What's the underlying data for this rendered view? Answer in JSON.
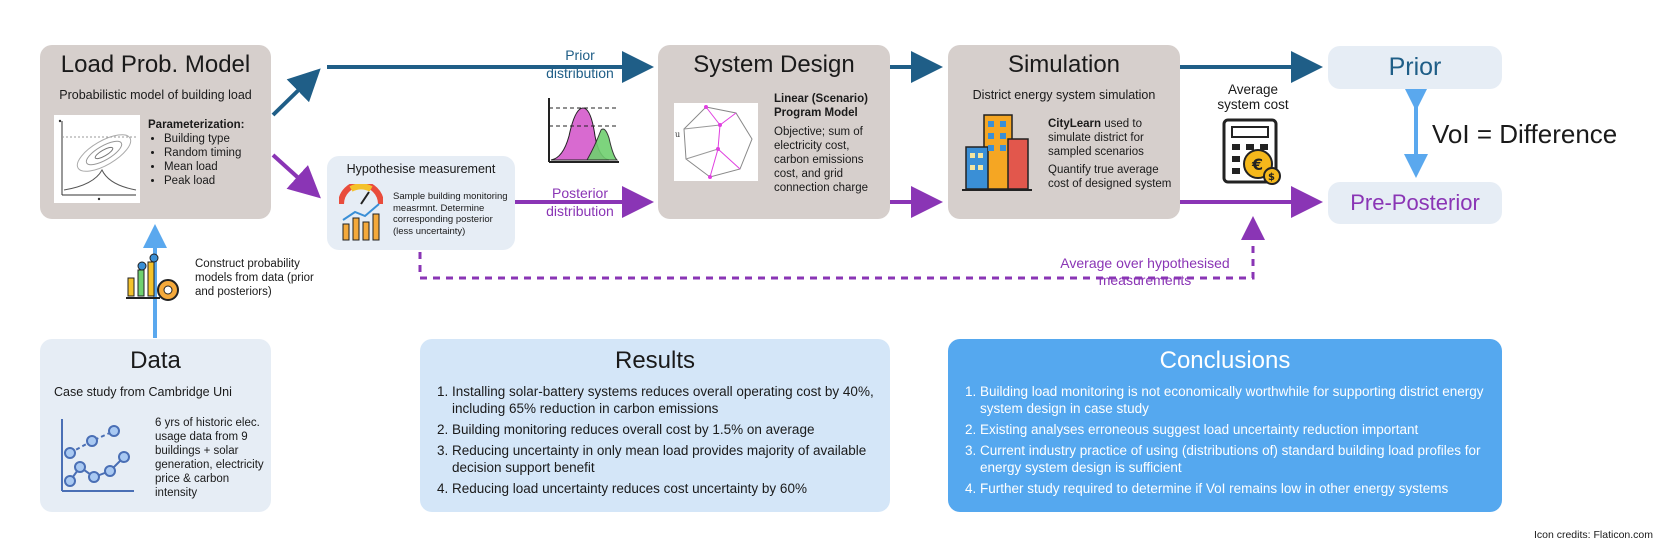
{
  "load_model": {
    "title": "Load Prob. Model",
    "subtitle": "Probabilistic model of building load",
    "param_title": "Parameterization:",
    "params": [
      "Building type",
      "Random timing",
      "Mean load",
      "Peak load"
    ]
  },
  "arrows": {
    "prior_label": "Prior\ndistribution",
    "posterior_label": "Posterior\ndistribution",
    "average_label": "Average over hypothesised\nmeasurements",
    "average_cost_label": "Average\nsystem cost"
  },
  "hypothesise": {
    "title": "Hypothesise measurement",
    "text": "Sample building monitoring measrmnt. Determine corresponding posterior (less uncertainty)"
  },
  "system_design": {
    "title": "System Design",
    "model_title": "Linear (Scenario) Program Model",
    "text": "Objective; sum of electricity cost, carbon emissions cost, and grid connection charge"
  },
  "simulation": {
    "title": "Simulation",
    "subtitle": "District energy system simulation",
    "citylearn": "CityLearn",
    "citylearn_rest": " used to simulate district for sampled scenarios",
    "quantify": "Quantify true average cost of designed system"
  },
  "outputs": {
    "prior": "Prior",
    "pre_posterior": "Pre-Posterior",
    "voi": "VoI = Difference"
  },
  "construct": {
    "text": "Construct probability models from data (prior and posteriors)"
  },
  "data_box": {
    "title": "Data",
    "subtitle": "Case study from Cambridge Uni",
    "text": "6 yrs of historic elec. usage data from 9 buildings + solar generation, electricity price & carbon intensity"
  },
  "results": {
    "title": "Results",
    "items": [
      "Installing solar-battery systems reduces overall operating cost by 40%, including 65% reduction in carbon emissions",
      "Building monitoring reduces overall cost by 1.5% on average",
      "Reducing uncertainty in only mean load provides majority of available decision support benefit",
      "Reducing load uncertainty reduces cost uncertainty by 60%"
    ]
  },
  "conclusions": {
    "title": "Conclusions",
    "items": [
      "Building load monitoring is not economically worthwhile for supporting district energy system design in case study",
      "Existing analyses erroneous suggest load uncertainty reduction important",
      "Current industry practice of using (distributions of) standard building load profiles for energy system design is sufficient",
      "Further study required to determine if VoI remains low in other energy systems"
    ]
  },
  "credits": "Icon credits: Flaticon.com",
  "colors": {
    "prior_blue": "#1f5e87",
    "posterior_purple": "#8a35b5",
    "light_blue_arrow": "#5aa8ee",
    "grey_box": "#d6cfcc",
    "conclusions_bg": "#55a8ef",
    "results_bg": "#d4e6f8"
  },
  "icons": [
    "scatter-plot-icon",
    "gauge-chart-icon",
    "distribution-plot-icon",
    "polytope-icon",
    "city-buildings-icon",
    "cost-calculator-icon",
    "gear-chart-icon",
    "line-chart-icon"
  ]
}
